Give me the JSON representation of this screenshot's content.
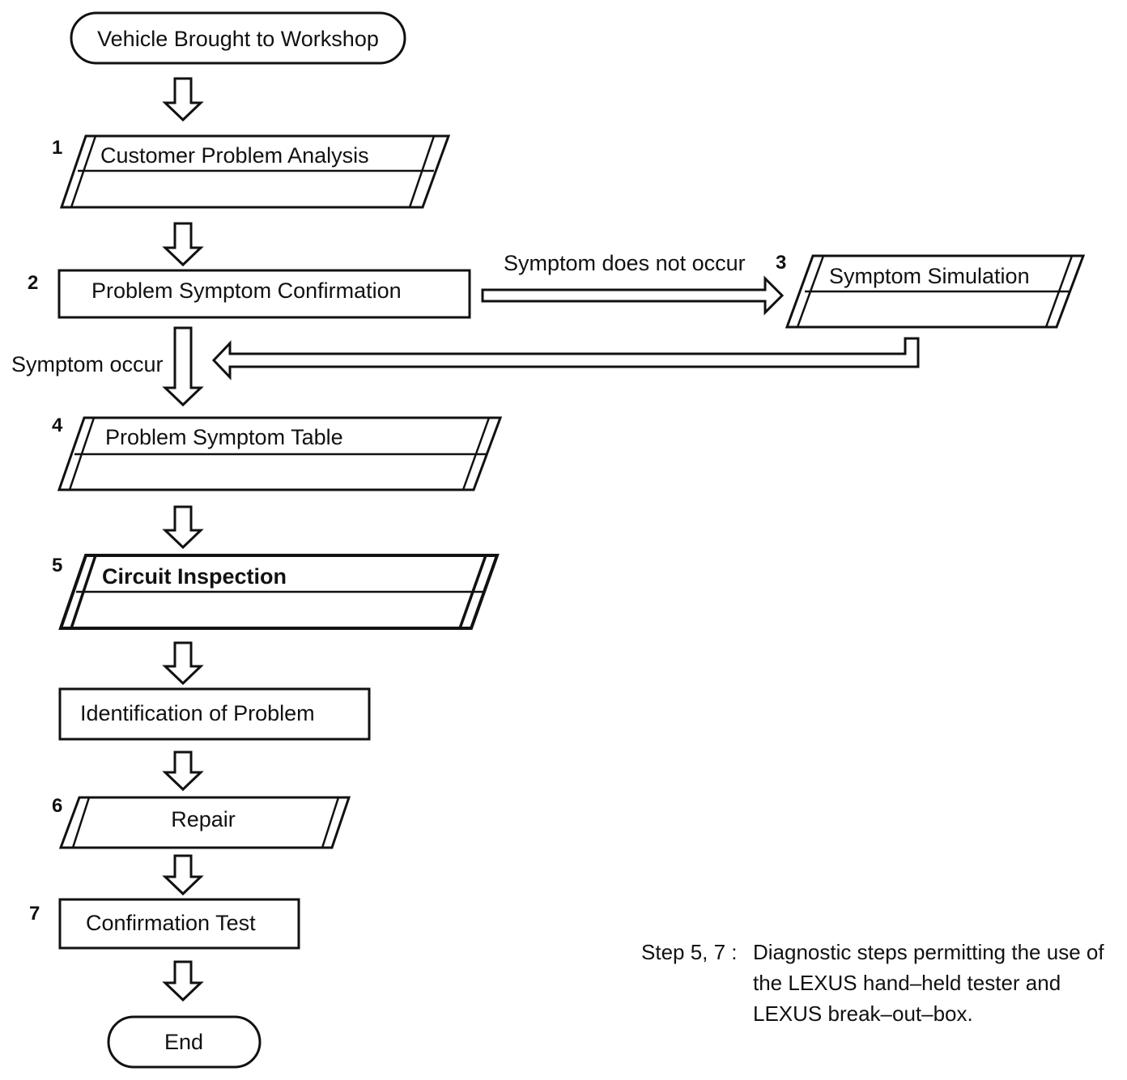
{
  "start": {
    "label": "Vehicle Brought to Workshop"
  },
  "steps": {
    "s1": {
      "number": "1",
      "label": "Customer Problem Analysis"
    },
    "s2": {
      "number": "2",
      "label": "Problem Symptom Confirmation"
    },
    "s3": {
      "number": "3",
      "label": "Symptom Simulation"
    },
    "s4": {
      "number": "4",
      "label": "Problem Symptom Table"
    },
    "s5": {
      "number": "5",
      "label": "Circuit Inspection"
    },
    "identification": {
      "label": "Identification of Problem"
    },
    "s6": {
      "number": "6",
      "label": "Repair"
    },
    "s7": {
      "number": "7",
      "label": "Confirmation Test"
    }
  },
  "branches": {
    "not_occur": "Symptom does not occur",
    "occur": "Symptom occur"
  },
  "end": {
    "label": "End"
  },
  "note": {
    "prefix": "Step 5, 7 :",
    "text": "Diagnostic steps permitting the use of the LEXUS hand–held tester and LEXUS break–out–box."
  }
}
